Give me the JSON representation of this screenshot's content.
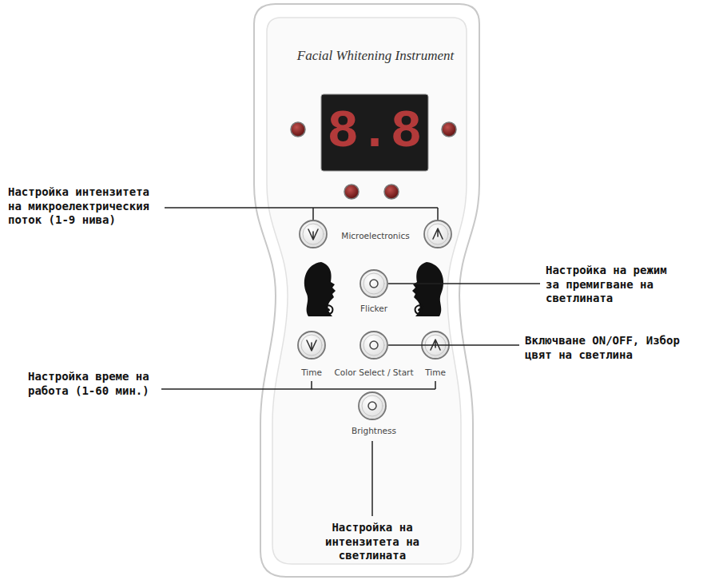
{
  "diagram": {
    "labels": [
      "Facial Whitening Instrument",
      "8.8",
      "Настройка интензитета на микроелектрическия поток (1-9 нива)",
      "Microelectronics",
      "Настройка на режим за премигване на светлината",
      "Flicker",
      "Включване ON/OFF, Избор цвят на светлина",
      "Time",
      "Color Select / Start",
      "Time",
      "Настройка време на работа (1-60 мин.)",
      "Brightness",
      "Настройка на интензитета на светлината"
    ]
  }
}
